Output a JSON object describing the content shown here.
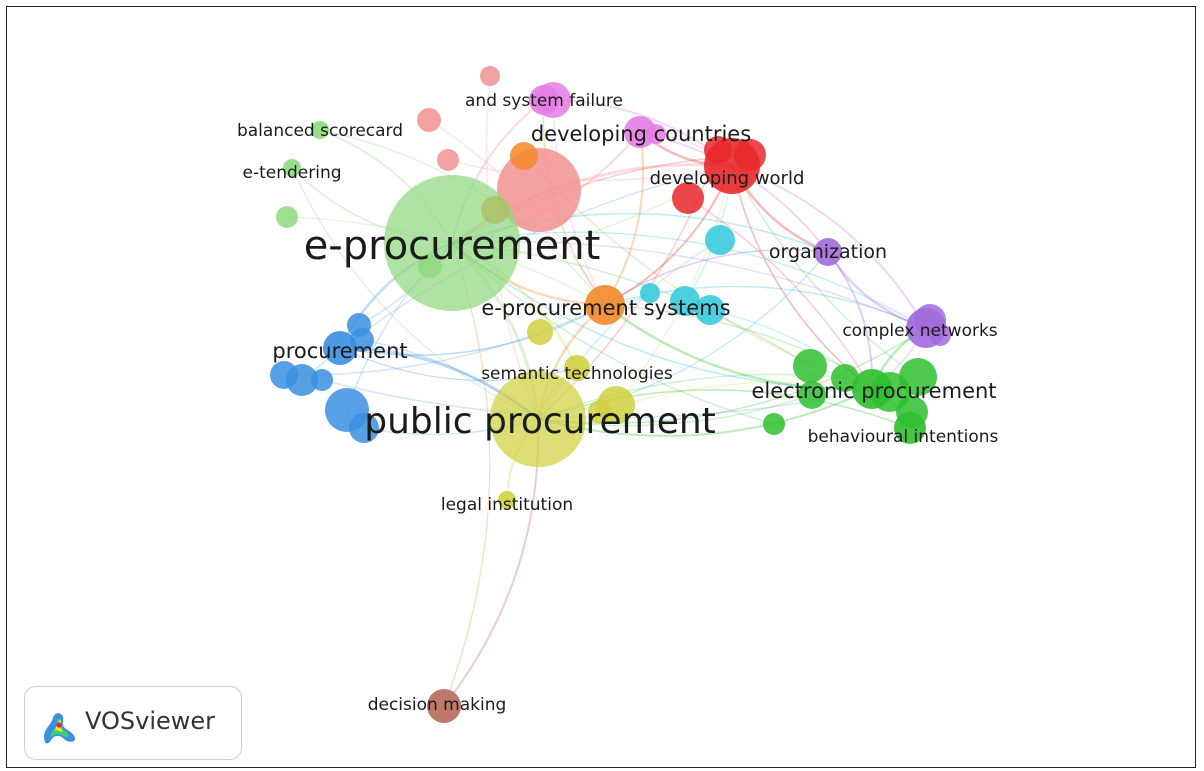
{
  "brand": {
    "name": "VOSviewer"
  },
  "colors": {
    "red": "#e8282b",
    "salmon": "#f29090",
    "green_light": "#8fd880",
    "green": "#2fbf2f",
    "blue": "#3a8fe0",
    "yellow": "#cfd040",
    "cyan": "#2fc8dc",
    "purple": "#a26bdc",
    "orange": "#f28a2a",
    "pink": "#e47ce4",
    "brown": "#b86a5a"
  },
  "nodes": [
    {
      "id": "n1",
      "label": "e-procurement",
      "size": "xl",
      "cluster": "green_light"
    },
    {
      "id": "n2",
      "label": "public procurement",
      "size": "xl",
      "cluster": "yellow"
    },
    {
      "id": "n3",
      "label": "procurement",
      "size": "m",
      "cluster": "blue"
    },
    {
      "id": "n4",
      "label": "electronic procurement",
      "size": "m",
      "cluster": "green"
    },
    {
      "id": "n5",
      "label": "e-procurement systems",
      "size": "m",
      "cluster": "orange"
    },
    {
      "id": "n6",
      "label": "developing countries",
      "size": "m",
      "cluster": "pink"
    },
    {
      "id": "n7",
      "label": "developing world",
      "size": "m",
      "cluster": "red"
    },
    {
      "id": "n8",
      "label": "organization",
      "size": "m",
      "cluster": "purple"
    },
    {
      "id": "n9",
      "label": "complex networks",
      "size": "m",
      "cluster": "purple"
    },
    {
      "id": "n10",
      "label": "behavioural intentions",
      "size": "s",
      "cluster": "green"
    },
    {
      "id": "n11",
      "label": "semantic technologies",
      "size": "s",
      "cluster": "yellow"
    },
    {
      "id": "n12",
      "label": "legal institution",
      "size": "s",
      "cluster": "yellow"
    },
    {
      "id": "n13",
      "label": "decision making",
      "size": "m",
      "cluster": "brown"
    },
    {
      "id": "n14",
      "label": "balanced scorecard",
      "size": "s",
      "cluster": "green_light"
    },
    {
      "id": "n15",
      "label": "e-tendering",
      "size": "s",
      "cluster": "green_light"
    },
    {
      "id": "n16",
      "label": "and system failure",
      "size": "s",
      "cluster": "pink"
    }
  ]
}
